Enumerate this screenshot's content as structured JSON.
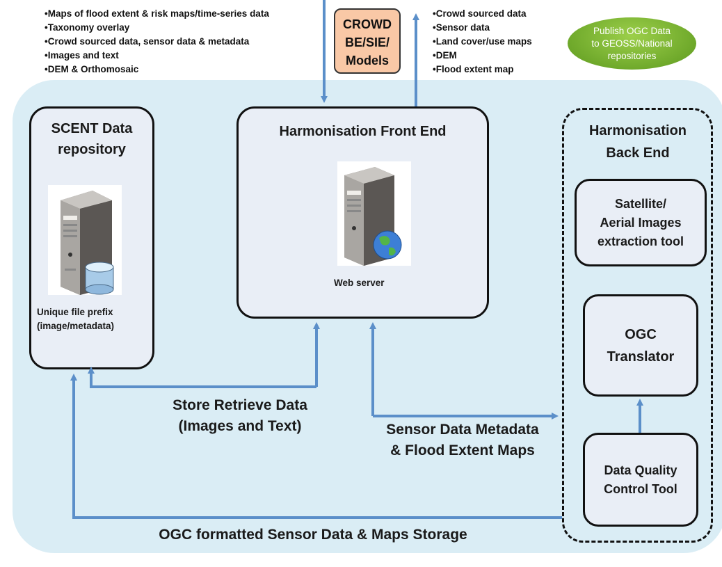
{
  "left_bullets": [
    "Maps of flood extent  & risk maps/time-series data",
    "Taxonomy overlay",
    "Crowd sourced data, sensor data & metadata",
    "Images and text",
    "DEM & Orthomosaic"
  ],
  "right_bullets": [
    "Crowd sourced data",
    "Sensor data",
    "Land cover/use maps",
    "DEM",
    "Flood extent map"
  ],
  "crowd_box": {
    "lines": [
      "CROWD",
      "BE/SIE/",
      "Models"
    ]
  },
  "publish": {
    "lines": [
      "Publish OGC Data",
      "to GEOSS/National",
      "repositories"
    ]
  },
  "scent": {
    "title_lines": [
      "SCENT Data",
      "repository"
    ],
    "caption_lines": [
      "Unique file prefix",
      "(image/metadata)"
    ]
  },
  "front_end": {
    "title": "Harmonisation Front End",
    "caption": "Web server"
  },
  "back_end": {
    "title_lines": [
      "Harmonisation",
      "Back End"
    ],
    "satellite_lines": [
      "Satellite/",
      "Aerial Images",
      "extraction tool"
    ],
    "ogc_lines": [
      "OGC",
      "Translator"
    ],
    "dq_lines": [
      "Data Quality",
      "Control Tool"
    ]
  },
  "labels": {
    "store_lines": [
      "Store Retrieve Data",
      "(Images and Text)"
    ],
    "sensor_lines": [
      "Sensor Data Metadata",
      "& Flood Extent Maps"
    ],
    "ogc_storage": "OGC formatted Sensor Data & Maps Storage"
  },
  "colors": {
    "arrow": "#5b8fc9",
    "panel": "#daedf5",
    "box_fill": "#e9eef6",
    "crowd_fill": "#f9c8a6",
    "publish_fill": "#6fa92b"
  },
  "icons": [
    "server-icon",
    "database-icon",
    "globe-icon"
  ]
}
